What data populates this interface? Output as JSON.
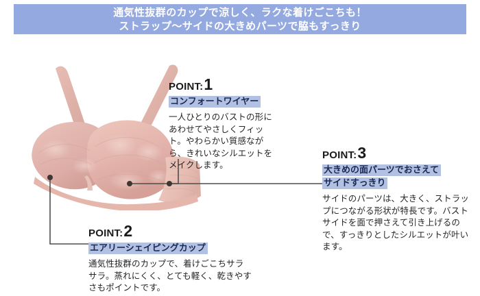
{
  "header": {
    "line1": "通気性抜群のカップで涼しく、ラクな着けごこちも！",
    "line2": "ストラップ～サイドの大きめパーツで脇もすっきり",
    "background_color": "#93a9e0",
    "text_color": "#ffffff"
  },
  "product": {
    "alt": "ピンクのレースブラジャー 斜め前からの商品写真",
    "base_color": "#e9bfb4",
    "lace_color": "#dfb0a8",
    "shadow_color": "#c99d93"
  },
  "style": {
    "highlight_color": "#b2c0e2",
    "highlight_text_color": "#182a55",
    "body_text_color": "#262626",
    "leader_color": "#4d4d4d"
  },
  "points": [
    {
      "label": "POINT:",
      "number": "1",
      "title": "コンフォートワイヤー",
      "body": "一人ひとりのバストの形にあわせてやさしくフィット。やわらかい質感ながら、きれいなシルエットをメイクします。"
    },
    {
      "label": "POINT:",
      "number": "2",
      "title": "エアリーシェイピングカップ",
      "body": "通気性抜群のカップで、着けごこちサラサラ。蒸れにくく、とても軽く、乾きやすさもポイントです。"
    },
    {
      "label": "POINT:",
      "number": "3",
      "title_line1": "大きめの面パーツでおさえて",
      "title_line2": "サイドすっきり",
      "body": "サイドのパーツは、大きく、ストラップにつながる形状が特長です。バストサイドを面で押さえて引き上げるので、すっきりとしたシルエットが叶います。"
    }
  ]
}
